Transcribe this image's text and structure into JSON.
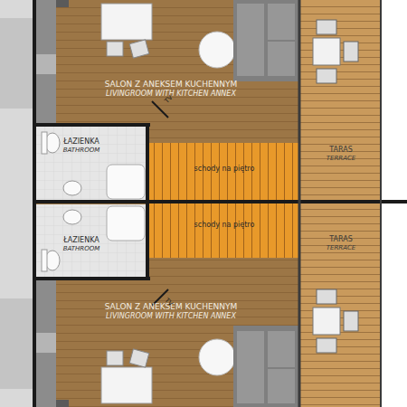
{
  "diagram": {
    "nodes": [
      {
        "text": [
          "SALON Z ANEKSEM KUCHENNYM",
          "LIVINGROOM WITH KITCHEN ANNEX"
        ]
      },
      {
        "text": [
          "ŁAZIENKA",
          "BATHROOM"
        ]
      },
      {
        "text": [
          "schody na piętro"
        ]
      },
      {
        "text": [
          "TARAS",
          "TERRACE"
        ]
      },
      {
        "text": [
          "schody na piętro"
        ]
      },
      {
        "text": [
          "ŁAZIENKA",
          "BATHROOM"
        ]
      },
      {
        "text": [
          "TARAS",
          "TERRACE"
        ]
      },
      {
        "text": [
          "SALON Z ANEKSEM KUCHENNYM",
          "LIVINGROOM WITH KITCHEN ANNEX"
        ]
      }
    ],
    "labels": [
      "TV",
      "TV"
    ]
  }
}
